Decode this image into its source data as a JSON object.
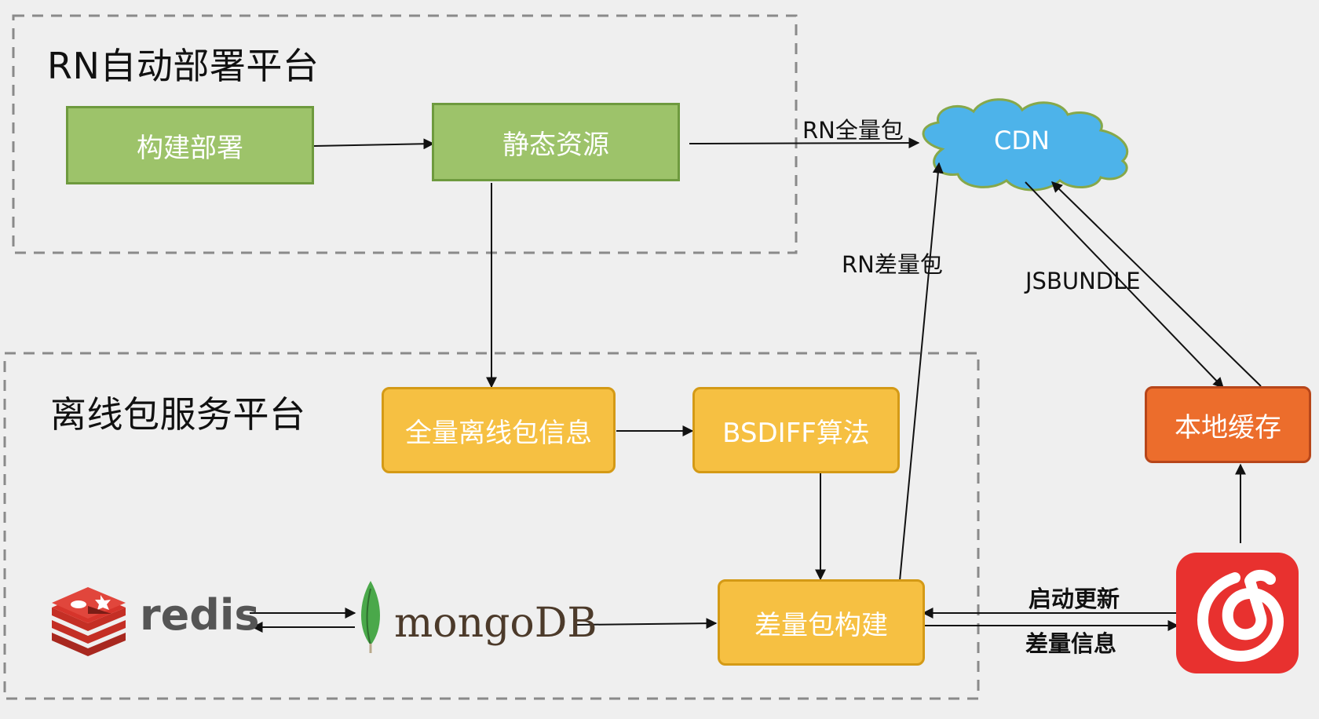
{
  "regions": {
    "deploy": {
      "title": "RN自动部署平台"
    },
    "offline": {
      "title": "离线包服务平台"
    }
  },
  "nodes": {
    "build_deploy": "构建部署",
    "static_resources": "静态资源",
    "cdn": "CDN",
    "full_package_info": "全量离线包信息",
    "bsdiff": "BSDIFF算法",
    "diff_build": "差量包构建",
    "local_cache": "本地缓存"
  },
  "edges": {
    "rn_full_package": "RN全量包",
    "rn_diff_package": "RN差量包",
    "jsbundle": "JSBUNDLE",
    "launch_update": "启动更新",
    "diff_info": "差量信息"
  },
  "logos": {
    "redis": "redis",
    "mongodb": "mongoDB",
    "app_icon": "netease-cloud-music-icon"
  },
  "colors": {
    "green": "#9dc36a",
    "yellow": "#f6c042",
    "orange": "#ec6d2c",
    "cdn_blue": "#4db3ea",
    "redis_red": "#d6342b",
    "mongo_green": "#4aa84a",
    "app_red": "#e8312f"
  }
}
